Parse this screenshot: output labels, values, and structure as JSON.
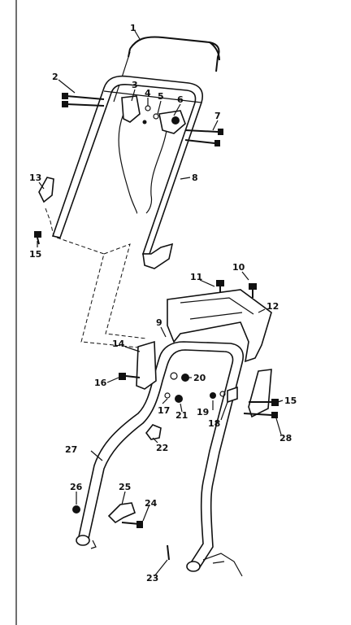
{
  "diagram": {
    "callouts": [
      {
        "id": "c1",
        "label": "1"
      },
      {
        "id": "c2",
        "label": "2"
      },
      {
        "id": "c3",
        "label": "3"
      },
      {
        "id": "c4",
        "label": "4"
      },
      {
        "id": "c5",
        "label": "5"
      },
      {
        "id": "c6",
        "label": "6"
      },
      {
        "id": "c7",
        "label": "7"
      },
      {
        "id": "c8",
        "label": "8"
      },
      {
        "id": "c9",
        "label": "9"
      },
      {
        "id": "c10",
        "label": "10"
      },
      {
        "id": "c11",
        "label": "11"
      },
      {
        "id": "c12",
        "label": "12"
      },
      {
        "id": "c13",
        "label": "13"
      },
      {
        "id": "c14",
        "label": "14"
      },
      {
        "id": "c15a",
        "label": "15"
      },
      {
        "id": "c15b",
        "label": "15"
      },
      {
        "id": "c16",
        "label": "16"
      },
      {
        "id": "c17",
        "label": "17"
      },
      {
        "id": "c18",
        "label": "18"
      },
      {
        "id": "c19",
        "label": "19"
      },
      {
        "id": "c20",
        "label": "20"
      },
      {
        "id": "c21",
        "label": "21"
      },
      {
        "id": "c22",
        "label": "22"
      },
      {
        "id": "c23",
        "label": "23"
      },
      {
        "id": "c24",
        "label": "24"
      },
      {
        "id": "c25",
        "label": "25"
      },
      {
        "id": "c26",
        "label": "26"
      },
      {
        "id": "c27",
        "label": "27"
      },
      {
        "id": "c28",
        "label": "28"
      }
    ]
  }
}
